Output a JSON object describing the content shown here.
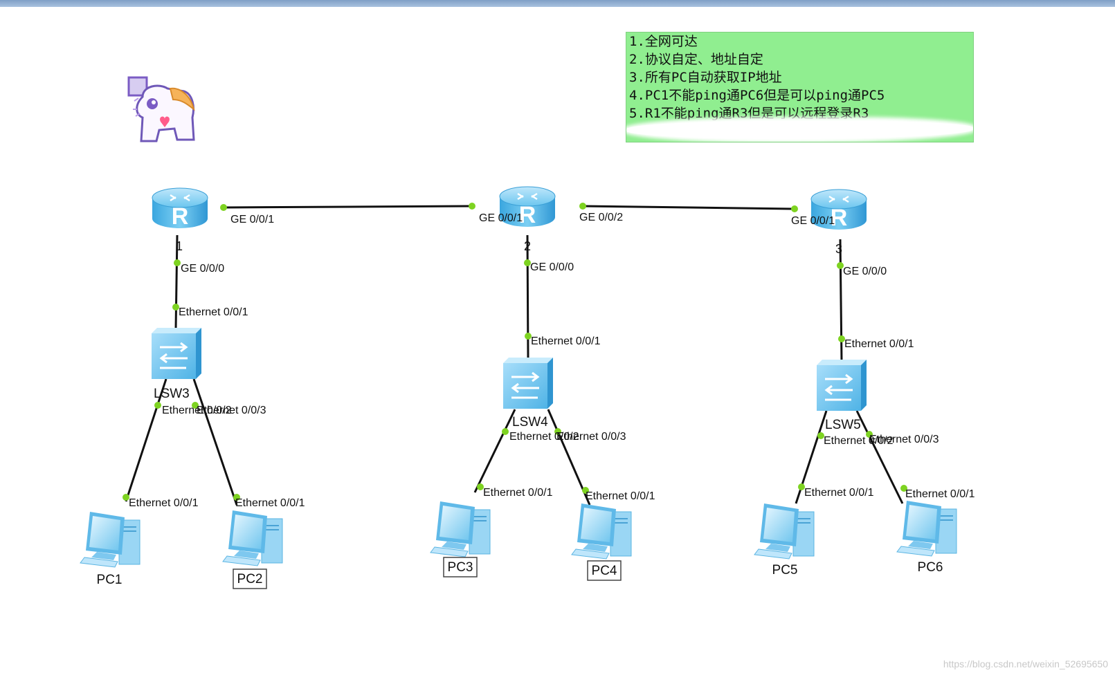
{
  "notes": [
    "1.全网可达",
    "2.协议自定、地址自定",
    "3.所有PC自动获取IP地址",
    "4.PC1不能ping通PC6但是可以ping通PC5",
    "5.R1不能ping通R3但是可以远程登录R3"
  ],
  "routers": [
    {
      "id": "r1",
      "label": "1"
    },
    {
      "id": "r2",
      "label": "2"
    },
    {
      "id": "r3",
      "label": "3"
    }
  ],
  "switches": [
    {
      "id": "lsw3",
      "label": "LSW3"
    },
    {
      "id": "lsw4",
      "label": "LSW4"
    },
    {
      "id": "lsw5",
      "label": "LSW5"
    }
  ],
  "pcs": [
    {
      "id": "pc1",
      "label": "PC1",
      "boxed": false
    },
    {
      "id": "pc2",
      "label": "PC2",
      "boxed": true
    },
    {
      "id": "pc3",
      "label": "PC3",
      "boxed": true
    },
    {
      "id": "pc4",
      "label": "PC4",
      "boxed": true
    },
    {
      "id": "pc5",
      "label": "PC5",
      "boxed": false
    },
    {
      "id": "pc6",
      "label": "PC6",
      "boxed": false
    }
  ],
  "ports": {
    "ge000": "GE 0/0/0",
    "ge001": "GE 0/0/1",
    "ge002": "GE 0/0/2",
    "eth001": "Ethernet 0/0/1",
    "eth002": "Ethernet 0/0/2",
    "eth003": "Ethernet 0/0/3"
  },
  "links": [
    {
      "a": "r1",
      "a_port": "GE 0/0/1",
      "b": "r2",
      "b_port": "GE 0/0/1"
    },
    {
      "a": "r2",
      "a_port": "GE 0/0/2",
      "b": "r3",
      "b_port": "GE 0/0/1"
    },
    {
      "a": "r1",
      "a_port": "GE 0/0/0",
      "b": "lsw3",
      "b_port": "Ethernet 0/0/1"
    },
    {
      "a": "r2",
      "a_port": "GE 0/0/0",
      "b": "lsw4",
      "b_port": "Ethernet 0/0/1"
    },
    {
      "a": "r3",
      "a_port": "GE 0/0/0",
      "b": "lsw5",
      "b_port": "Ethernet 0/0/1"
    },
    {
      "a": "lsw3",
      "a_port": "Ethernet 0/0/2",
      "b": "pc1",
      "b_port": "Ethernet 0/0/1"
    },
    {
      "a": "lsw3",
      "a_port": "Ethernet 0/0/3",
      "b": "pc2",
      "b_port": "Ethernet 0/0/1"
    },
    {
      "a": "lsw4",
      "a_port": "Ethernet 0/0/2",
      "b": "pc3",
      "b_port": "Ethernet 0/0/1"
    },
    {
      "a": "lsw4",
      "a_port": "Ethernet 0/0/3",
      "b": "pc4",
      "b_port": "Ethernet 0/0/1"
    },
    {
      "a": "lsw5",
      "a_port": "Ethernet 0/0/2",
      "b": "pc5",
      "b_port": "Ethernet 0/0/1"
    },
    {
      "a": "lsw5",
      "a_port": "Ethernet 0/0/3",
      "b": "pc6",
      "b_port": "Ethernet 0/0/1"
    }
  ],
  "watermark": "https://blog.csdn.net/weixin_52695650",
  "colors": {
    "link": "#111111",
    "port_dot": "#7ed321",
    "device_blue": "#4fb6e8",
    "note_bg": "#90ee90"
  }
}
